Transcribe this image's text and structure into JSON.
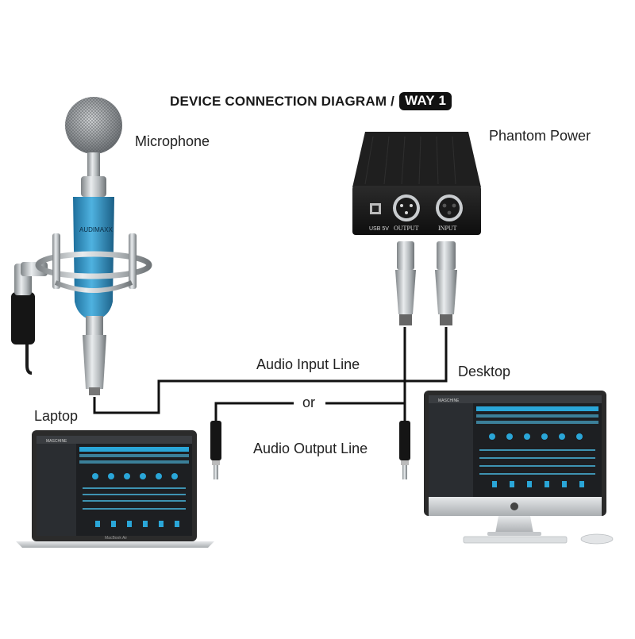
{
  "title": {
    "main": "DEVICE CONNECTION DIAGRAM /",
    "badge": "WAY 1"
  },
  "labels": {
    "microphone": "Microphone",
    "phantom_power": "Phantom Power",
    "audio_input_line": "Audio Input Line",
    "or": "or",
    "audio_output_line": "Audio Output Line",
    "laptop": "Laptop",
    "desktop": "Desktop"
  },
  "device_text": {
    "mic_brand": "AUDIMAXX",
    "usb_port": "USB 5V",
    "output_port": "OUTPUT",
    "input_port": "INPUT",
    "laptop_model": "MacBook Air",
    "daw_name": "MASCHINE"
  },
  "colors": {
    "mic_body": "#2f8fc0",
    "chrome": "#b9bdc0",
    "phantom_box": "#1c1c1c",
    "screen_bg": "#1d1f22",
    "accent_blue": "#2aa6d8",
    "cable": "#111111"
  }
}
